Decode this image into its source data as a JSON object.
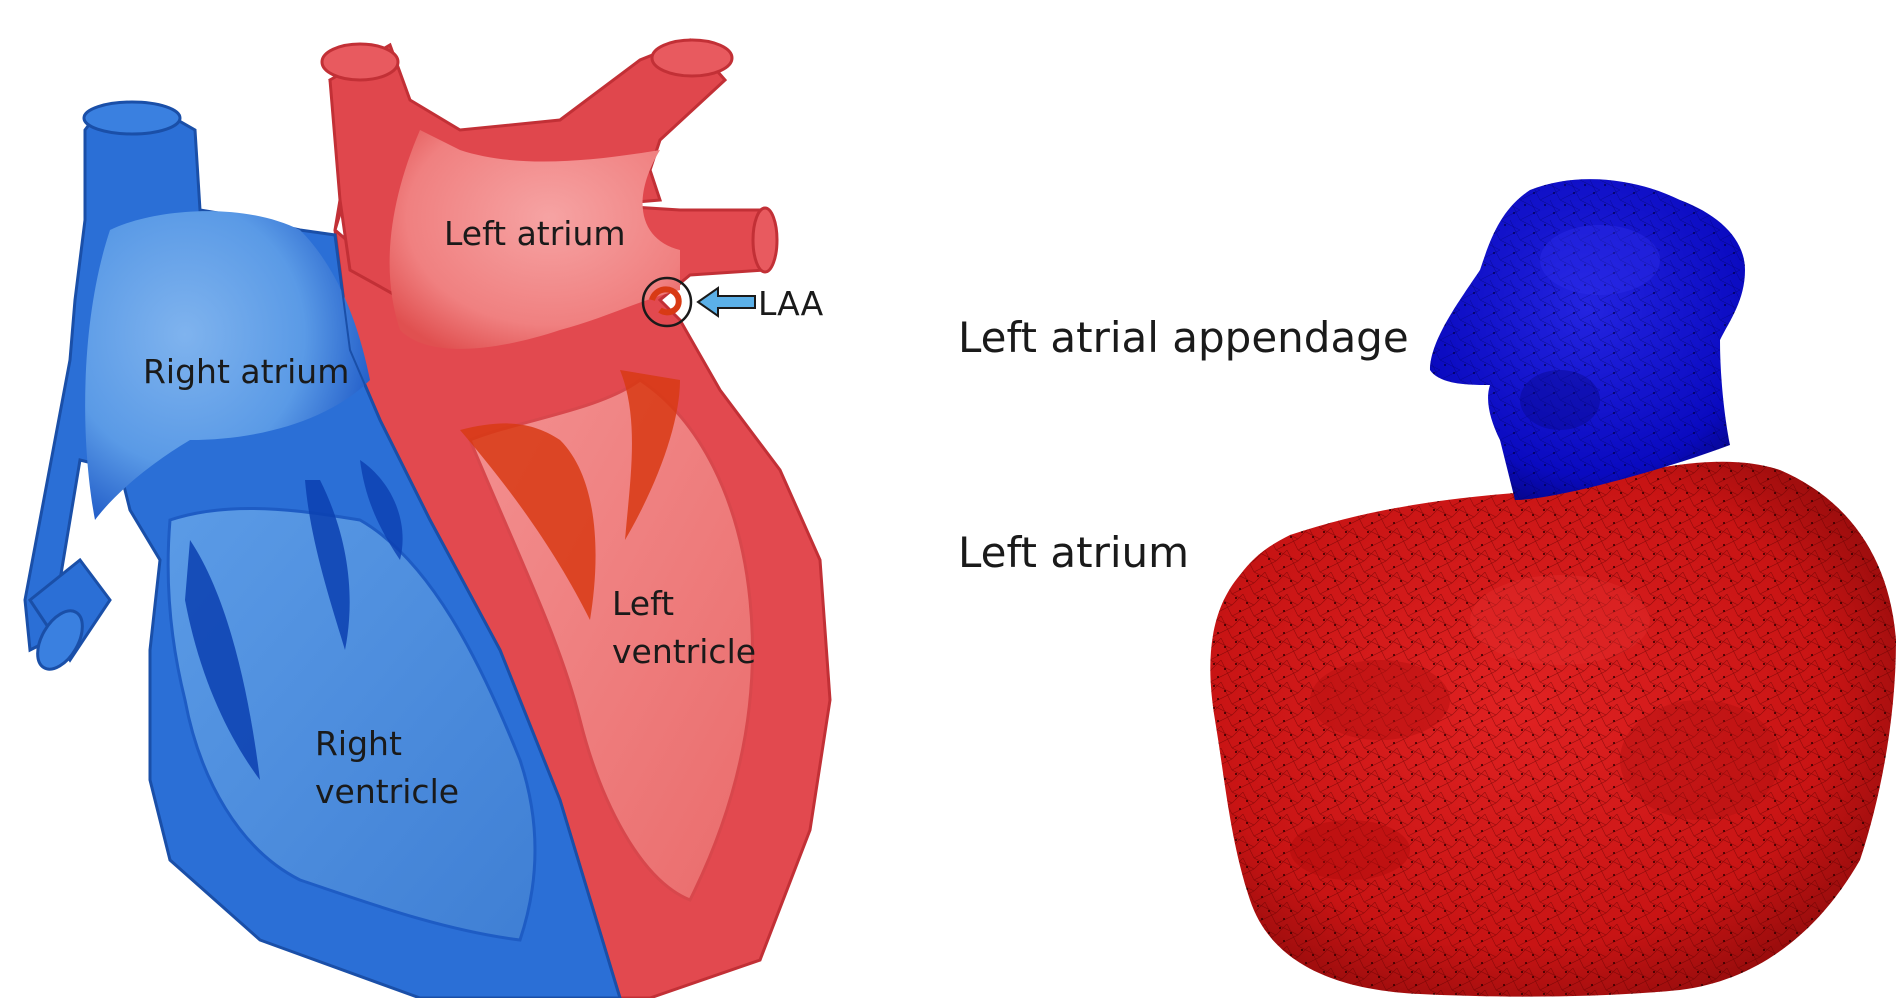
{
  "heart_diagram": {
    "labels": {
      "right_atrium": "Right atrium",
      "right_ventricle_line1": "Right",
      "right_ventricle_line2": "ventricle",
      "left_atrium": "Left atrium",
      "left_ventricle_line1": "Left",
      "left_ventricle_line2": "ventricle",
      "laa": "LAA"
    },
    "colors": {
      "right_side": "#4a90e2",
      "right_side_dark": "#0b3fb0",
      "left_side": "#e8555a",
      "left_side_dark": "#d83a14"
    }
  },
  "mesh_model": {
    "labels": {
      "appendage": "Left atrial appendage",
      "atrium": "Left atrium"
    },
    "colors": {
      "appendage": "#1010cc",
      "atrium": "#d01818"
    }
  }
}
